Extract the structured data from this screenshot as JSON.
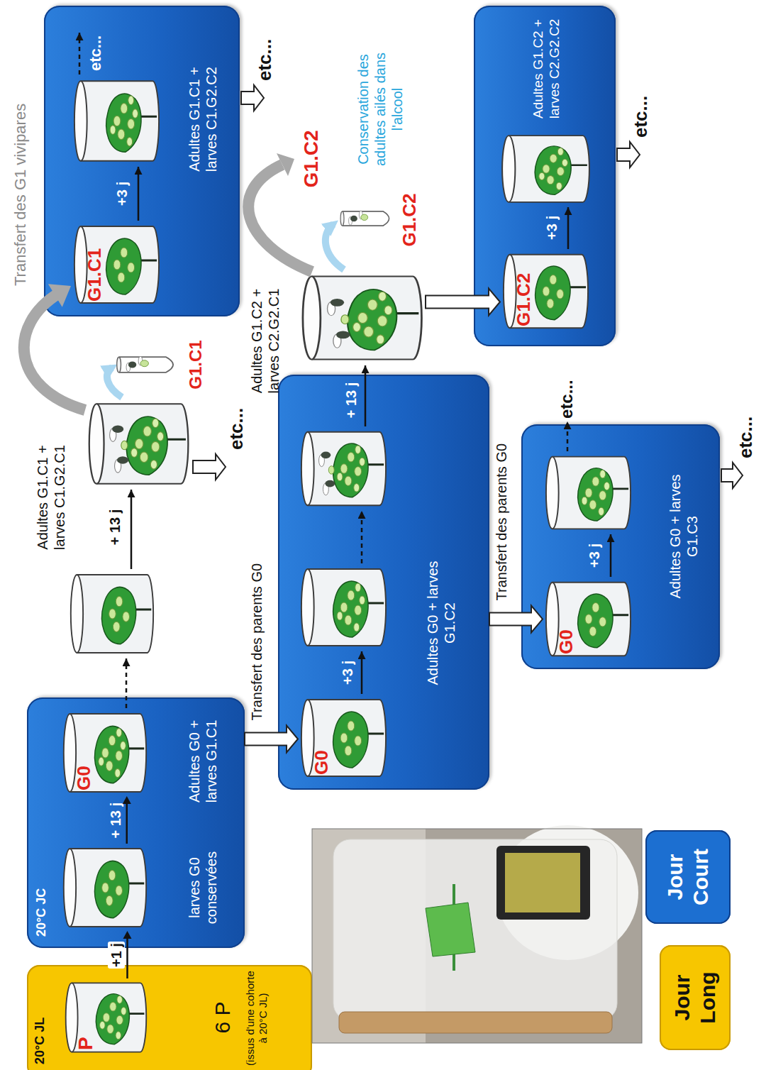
{
  "diagram": {
    "nodes": [
      {
        "text": [
          "20°C JL"
        ]
      },
      {
        "text": [
          "P",
          "6 P",
          "(issus d'une cohorte à 20°C JL)"
        ],
        "in": 0
      },
      {
        "text": [
          "20°C JC"
        ]
      },
      {
        "text": [
          "larves G0 conservées"
        ],
        "in": 2
      },
      {
        "text": [
          "G0",
          "Adultes G0 + larves G1.C1"
        ],
        "in": 2
      },
      {
        "text": [
          "Adultes G1.C1 + larves C1.G2.C1"
        ]
      },
      {
        "text": [
          "Adultes G1.C1 + larves C1.G2.C2"
        ]
      },
      {
        "text": [
          "G1.C1"
        ],
        "in": 6
      },
      {
        "text": [
          "Adultes G0 + larves G1.C2"
        ]
      },
      {
        "text": [
          "G0"
        ],
        "in": 8
      },
      {
        "text": [
          "Adultes G1.C2 + larves C2.G2.C1"
        ]
      },
      {
        "text": [
          "Adultes G1.C2 + larves C2.G2.C2"
        ]
      },
      {
        "text": [
          "G1.C2"
        ],
        "in": 11
      },
      {
        "text": [
          "Adultes G0 + larves G1.C3"
        ]
      },
      {
        "text": [
          "G0"
        ],
        "in": 13
      }
    ],
    "edges": [
      {
        "from": 1,
        "to": 3,
        "label": "+1 j",
        "arrow": "to"
      },
      {
        "from": 3,
        "to": 4,
        "label": "+ 13 j",
        "arrow": "to"
      },
      {
        "from": 2,
        "to": 9,
        "label": "Transfert des parents G0",
        "arrow": "to"
      },
      {
        "from": 5,
        "to": 7,
        "arrow": "to"
      },
      {
        "from": 10,
        "to": 12,
        "arrow": "to"
      },
      {
        "from": 8,
        "to": 14,
        "label": "Transfert des parents G0",
        "arrow": "to"
      }
    ],
    "labels": [
      "Transfert des G1 vivipares",
      "+ 13 j",
      "G1.C1",
      "etc...",
      "+3 j",
      "etc...",
      "etc...",
      "+3 j",
      "+ 13 j",
      "G1.C2",
      "Conservation des adultes ailés dans l'alcool",
      "G1.C2",
      "+3 j",
      "etc...",
      "+3 j",
      "etc...",
      "etc..."
    ],
    "legend": [
      {
        "text": "Jour Long",
        "color": "#f7c600"
      },
      {
        "text": "Jour Court",
        "color": "#1c6fd1"
      }
    ]
  }
}
